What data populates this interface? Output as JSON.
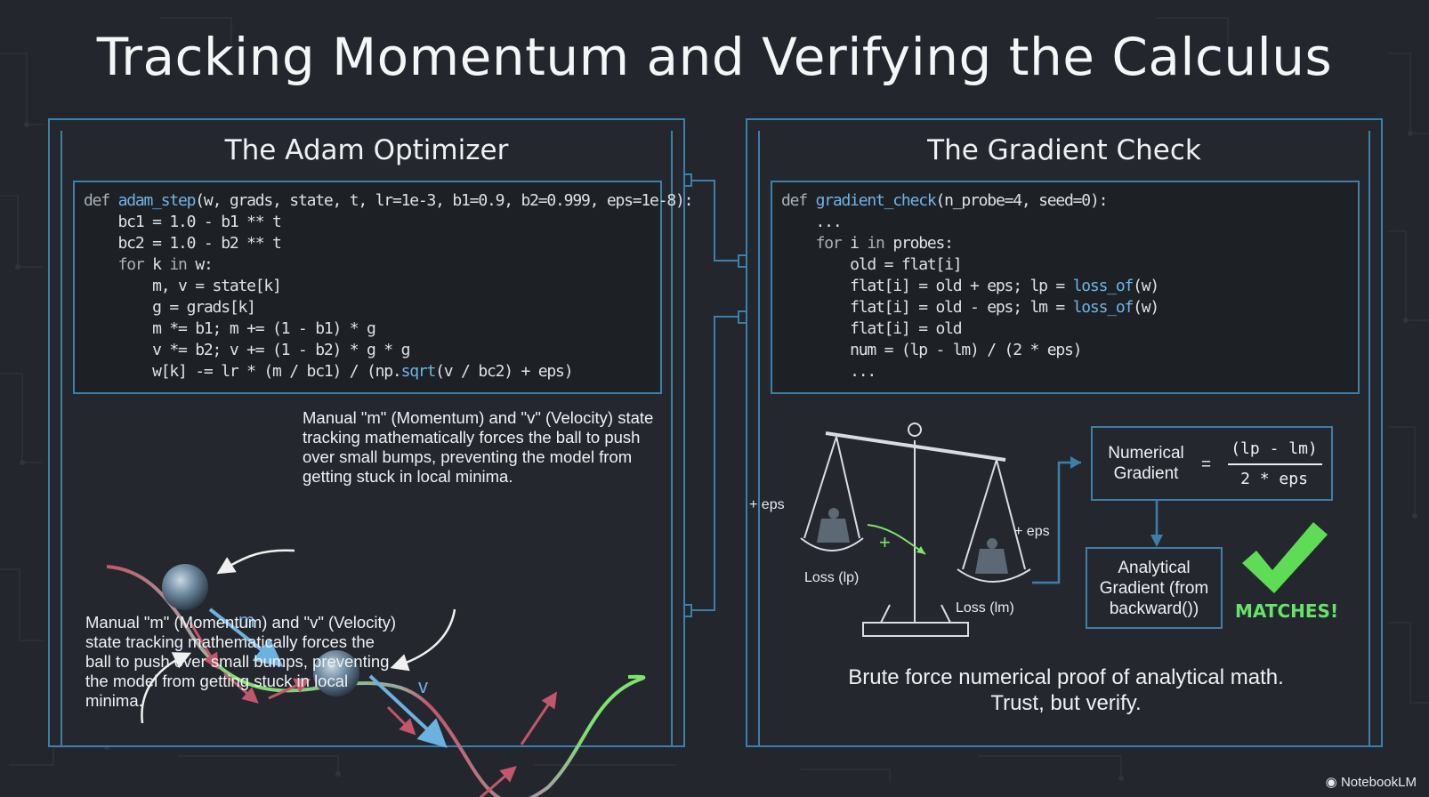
{
  "title": "Tracking Momentum and Verifying the Calculus",
  "left": {
    "title": "The Adam Optimizer",
    "code": [
      [
        [
          "kw",
          "def "
        ],
        [
          "fn",
          "adam_step"
        ],
        [
          "t",
          "(w, grads, state, t, lr=1e-3, b1=0.9, b2=0.999, eps=1e-8):"
        ]
      ],
      [
        [
          "t",
          "    bc1 = 1.0 - b1 ** t"
        ]
      ],
      [
        [
          "t",
          "    bc2 = 1.0 - b2 ** t"
        ]
      ],
      [
        [
          "t",
          "    "
        ],
        [
          "kw",
          "for"
        ],
        [
          "t",
          " k "
        ],
        [
          "kw",
          "in"
        ],
        [
          "t",
          " w:"
        ]
      ],
      [
        [
          "t",
          "        m, v = state[k]"
        ]
      ],
      [
        [
          "t",
          "        g = grads[k]"
        ]
      ],
      [
        [
          "t",
          "        m *= b1; m += (1 - b1) * g"
        ]
      ],
      [
        [
          "t",
          "        v *= b2; v += (1 - b2) * g * g"
        ]
      ],
      [
        [
          "t",
          "        w[k] -= lr * (m / bc1) / (np."
        ],
        [
          "fn",
          "sqrt"
        ],
        [
          "t",
          "(v / bc2) + eps)"
        ]
      ]
    ],
    "note_top": "Manual \"m\" (Momentum) and \"v\" (Velocity) state tracking mathematically forces the ball to push over small bumps, preventing the model from getting stuck in local minima.",
    "note_bottom": "Manual \"m\" (Momentum) and \"v\" (Velocity) state tracking mathematically forces the ball to push over small bumps, preventing the model from getting stuck in local minima.",
    "arrow_m": "m",
    "arrow_v": "v"
  },
  "right": {
    "title": "The Gradient Check",
    "code": [
      [
        [
          "kw",
          "def "
        ],
        [
          "fn",
          "gradient_check"
        ],
        [
          "t",
          "(n_probe=4, seed=0):"
        ]
      ],
      [
        [
          "t",
          "    ..."
        ]
      ],
      [
        [
          "t",
          "    "
        ],
        [
          "kw",
          "for"
        ],
        [
          "t",
          " i "
        ],
        [
          "kw",
          "in"
        ],
        [
          "t",
          " probes:"
        ]
      ],
      [
        [
          "t",
          "        old = flat[i]"
        ]
      ],
      [
        [
          "t",
          "        flat[i] = old + eps; lp = "
        ],
        [
          "fn",
          "loss_of"
        ],
        [
          "t",
          "(w)"
        ]
      ],
      [
        [
          "t",
          "        flat[i] = old - eps; lm = "
        ],
        [
          "fn",
          "loss_of"
        ],
        [
          "t",
          "(w)"
        ]
      ],
      [
        [
          "t",
          "        flat[i] = old"
        ]
      ],
      [
        [
          "t",
          "        num = (lp - lm) / (2 * eps)"
        ]
      ],
      [
        [
          "t",
          "        ..."
        ]
      ]
    ],
    "eps_left": "+ eps",
    "eps_right": "+ eps",
    "plus": "+",
    "loss_lp": "Loss (lp)",
    "loss_lm": "Loss (lm)",
    "numerical_label": "Numerical Gradient",
    "equals": "=",
    "formula_top": "(lp - lm)",
    "formula_bottom": "2 * eps",
    "analytical_label": "Analytical Gradient (from backward())",
    "matches": "MATCHES!",
    "caption": "Brute force numerical proof of analytical math.\nTrust, but verify."
  },
  "brand": "NotebookLM",
  "colors": {
    "accent_blue": "#3c80a8",
    "curve_red": "#c2566a",
    "curve_green": "#7fe36c",
    "check_green": "#5fdc55"
  }
}
